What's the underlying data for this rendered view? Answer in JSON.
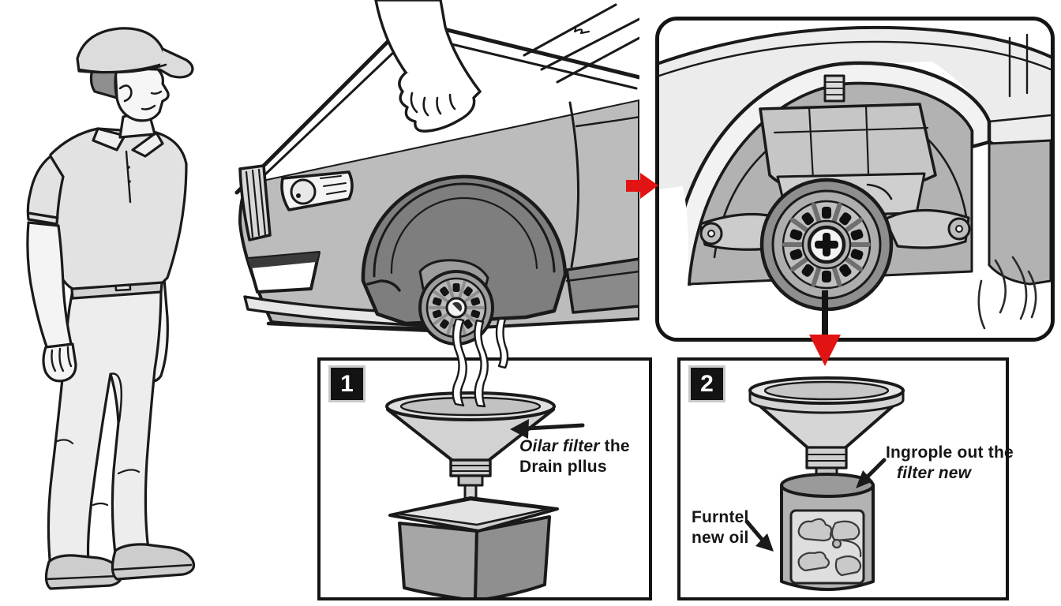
{
  "colors": {
    "outline": "#1a1a1a",
    "accent_red": "#e21313",
    "body_gray": "#bcbcbc",
    "light_gray": "#ececec",
    "dark_gray": "#7e7e7e"
  },
  "steps": [
    {
      "number": "1",
      "callout": {
        "line1_italic": "Oilar filter",
        "line1_rest": " the",
        "line2": "Drain pllus"
      }
    },
    {
      "number": "2",
      "callout_filter": {
        "line1": "Ingrople out the",
        "line2_italic": "filter new"
      },
      "callout_oil": {
        "line1": "Furntel",
        "line2": "new oil"
      }
    }
  ]
}
